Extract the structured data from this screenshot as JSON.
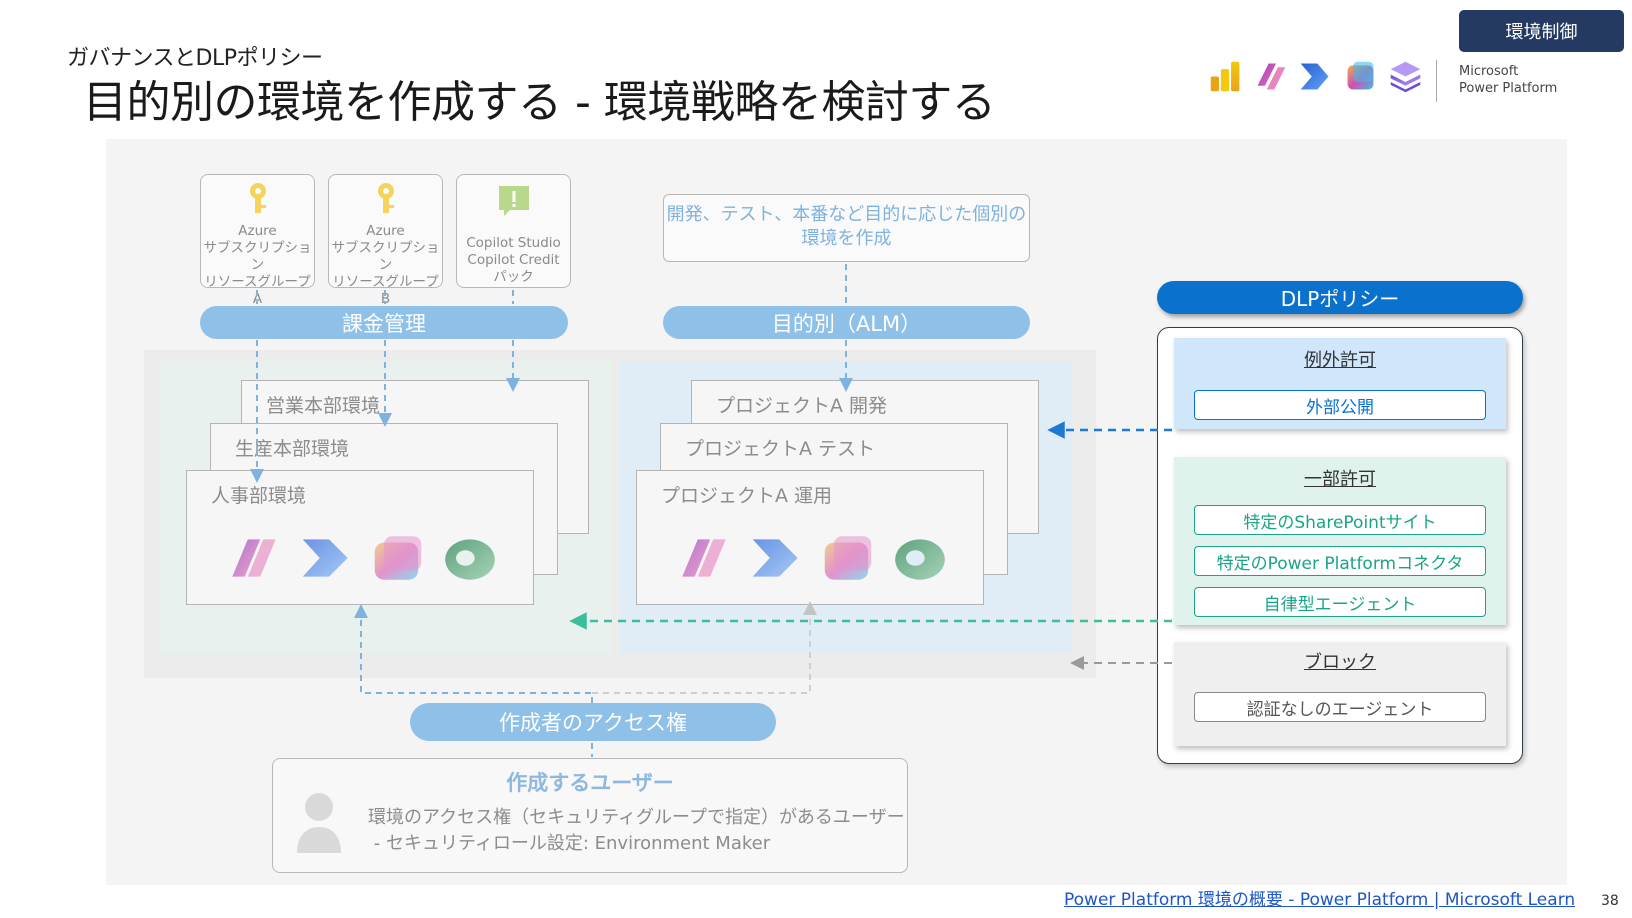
{
  "header": {
    "subtitle": "ガバナンスとDLPポリシー",
    "title": "目的別の環境を作成する - 環境戦略を検討する",
    "tag": "環境制御",
    "brand_line1": "Microsoft",
    "brand_line2": "Power Platform"
  },
  "sources": [
    {
      "lines": [
        "Azure",
        "サブスクリプション",
        "リソースグループ A"
      ],
      "icon": "key-icon"
    },
    {
      "lines": [
        "Azure",
        "サブスクリプション",
        "リソースグループ B"
      ],
      "icon": "key-icon"
    },
    {
      "lines": [
        "Copilot Studio",
        "Copilot Credit",
        "パック"
      ],
      "icon": "copilot-alert-icon"
    }
  ],
  "billing_label": "課金管理",
  "purpose_box": {
    "line1": "開発、テスト、本番など目的に応じた個別の",
    "line2": "環境を作成"
  },
  "purpose_label": "目的別（ALM）",
  "env_left": [
    "営業本部環境",
    "生産本部環境",
    "人事部環境"
  ],
  "env_right": [
    "プロジェクトA 開発",
    "プロジェクトA テスト",
    "プロジェクトA 運用"
  ],
  "access_label": "作成者のアクセス権",
  "user": {
    "title": "作成するユーザー",
    "desc1": "環境のアクセス権（セキュリティグループで指定）があるユーザー",
    "desc2": " - セキュリティロール設定: Environment Maker"
  },
  "dlp": {
    "title": "DLPポリシー",
    "tiers": [
      {
        "heading": "例外許可",
        "items": [
          "外部公開"
        ],
        "color": "#cfe6fb",
        "item_border": "#0a72cc",
        "item_color": "#0a72cc"
      },
      {
        "heading": "一部許可",
        "items": [
          "特定のSharePointサイト",
          "特定のPower Platformコネクタ",
          "自律型エージェント"
        ],
        "color": "#dff3ec",
        "item_border": "#1aa487",
        "item_color": "#1aa487"
      },
      {
        "heading": "ブロック",
        "items": [
          "認証なしのエージェント"
        ],
        "color": "#efefef",
        "item_border": "#888888",
        "item_color": "#555555"
      }
    ]
  },
  "footer": {
    "link": "Power Platform 環境の概要 - Power Platform | Microsoft Learn",
    "page": "38"
  },
  "colors": {
    "accent_navy": "#243a63",
    "dlp_blue": "#0a72cc",
    "pill_blue": "#8fc0e8",
    "teal": "#1aa487"
  }
}
